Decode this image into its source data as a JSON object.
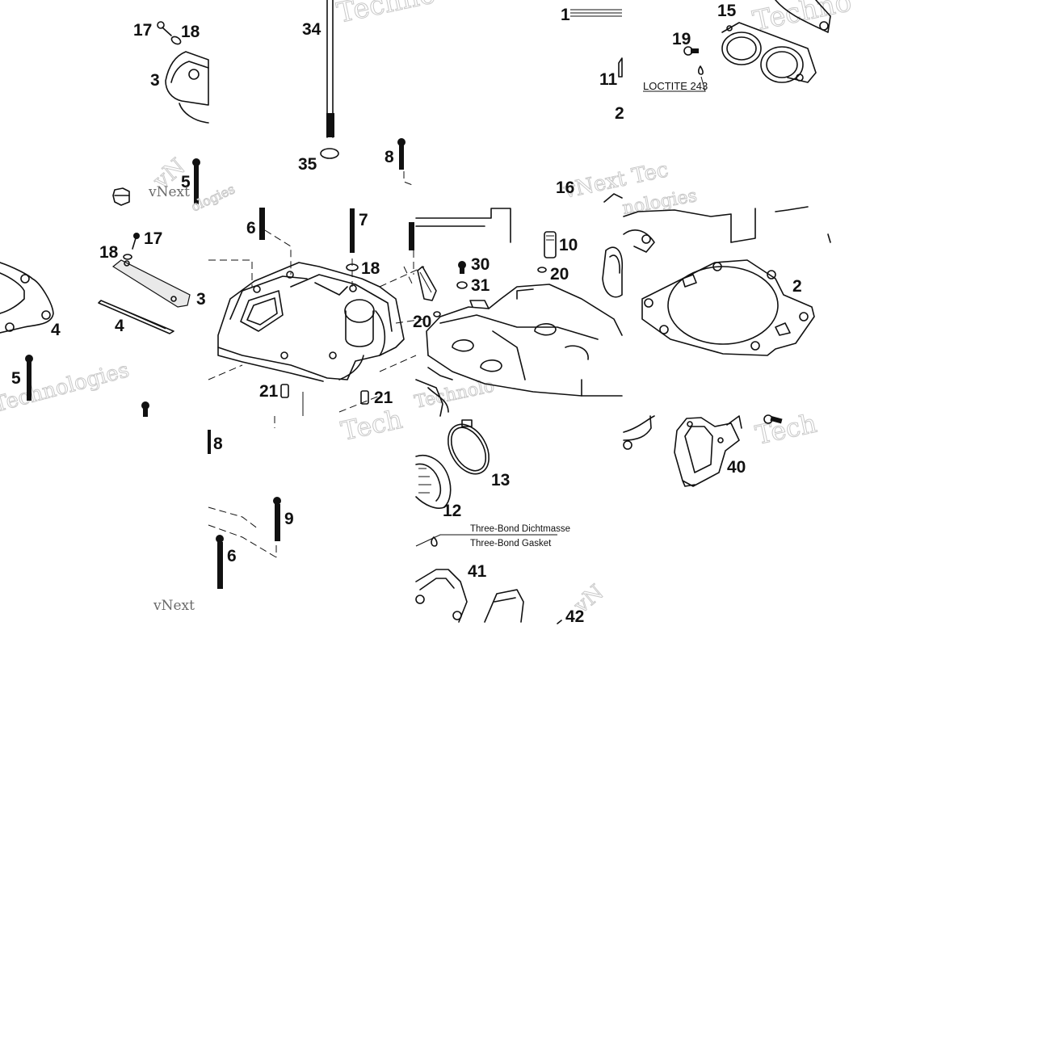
{
  "callouts": {
    "c17a": "17",
    "c18a": "18",
    "c3a": "3",
    "c34": "34",
    "c35": "35",
    "c8a": "8",
    "c1": "1",
    "c11": "11",
    "c2a": "2",
    "c15": "15",
    "c19": "19",
    "c5a": "5",
    "c16": "16",
    "c6a": "6",
    "c7": "7",
    "c18b": "18",
    "c10": "10",
    "c30": "30",
    "c31": "31",
    "c20a": "20",
    "c20b": "20",
    "c2b": "2",
    "c18c": "18",
    "c17b": "17",
    "c3b": "3",
    "c4a": "4",
    "c4b": "4",
    "c5b": "5",
    "c21a": "21",
    "c21b": "21",
    "c8b": "8",
    "c9": "9",
    "c6b": "6",
    "c13": "13",
    "c12": "12",
    "c41": "41",
    "c42": "42",
    "c40": "40"
  },
  "notes": {
    "loctite": "LOCTITE 243",
    "gasket_de": "Three-Bond Dichtmasse",
    "gasket_en": "Three-Bond Gasket"
  },
  "watermarks": {
    "w1": "Techno",
    "w2": "Techno",
    "w3": "vNext Tec",
    "w4": "vN",
    "w5": "nologies",
    "w6": "Technologies",
    "w7": "Tech",
    "w8": "Technolo",
    "w9": "Tech",
    "w10": "vNext",
    "w11": "vNext",
    "w12": "ologies",
    "w13": "vN"
  },
  "colors": {
    "ink": "#111111",
    "watermark": "#c9c9c9",
    "background": "#ffffff"
  }
}
